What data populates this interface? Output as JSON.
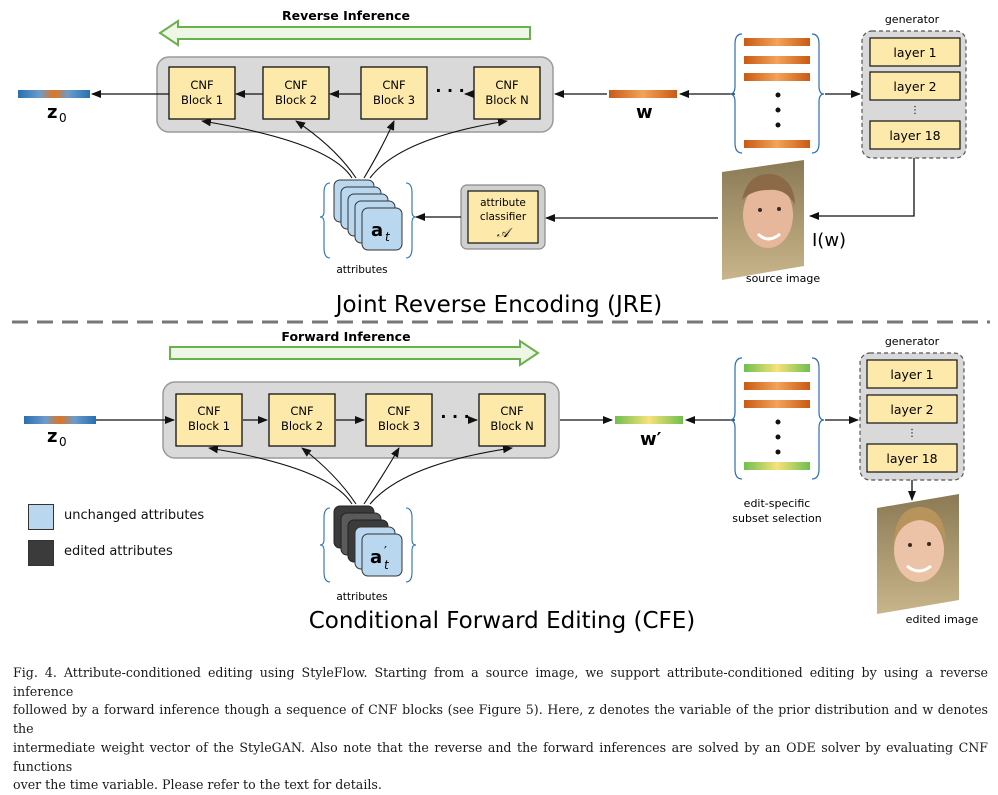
{
  "jre": {
    "arrow_label": "Reverse Inference",
    "blocks": [
      {
        "line1": "CNF",
        "line2": "Block 1"
      },
      {
        "line1": "CNF",
        "line2": "Block 2"
      },
      {
        "line1": "CNF",
        "line2": "Block 3"
      },
      {
        "line1": "CNF",
        "line2": "Block N"
      }
    ],
    "ellipsis": "· · ·",
    "z_label": "z",
    "z_sub": "0",
    "w_label": "w",
    "attr_symbol": "a",
    "attr_sub": "t",
    "attributes_label": "attributes",
    "classifier": {
      "line1": "attribute",
      "line2": "classifier",
      "line3": "𝒜"
    },
    "generator_title": "generator",
    "layers": [
      "layer 1",
      "layer 2",
      "⋮",
      "layer 18"
    ],
    "image_label": "I(w)",
    "source_label": "source image",
    "title": "Joint Reverse Encoding (JRE)"
  },
  "cfe": {
    "arrow_label": "Forward Inference",
    "blocks": [
      {
        "line1": "CNF",
        "line2": "Block 1"
      },
      {
        "line1": "CNF",
        "line2": "Block 2"
      },
      {
        "line1": "CNF",
        "line2": "Block 3"
      },
      {
        "line1": "CNF",
        "line2": "Block N"
      }
    ],
    "ellipsis": "· · ·",
    "z_label": "z",
    "z_sub": "0",
    "w_label": "w′",
    "attr_symbol": "a",
    "attr_sub": "t",
    "attr_prime": "′",
    "attributes_label": "attributes",
    "generator_title": "generator",
    "layers": [
      "layer 1",
      "layer 2",
      "⋮",
      "layer 18"
    ],
    "subset_line1": "edit-specific",
    "subset_line2": "subset selection",
    "edited_label": "edited image",
    "title": "Conditional Forward Editing (CFE)"
  },
  "legend": {
    "unchanged": "unchanged attributes",
    "edited": "edited attributes",
    "unchanged_color": "#b9d7ee",
    "edited_color": "#3b3b3b"
  },
  "colors": {
    "block_fill": "#fde9a9",
    "panel_fill": "#d9d9d9",
    "arrow_green": "#6ab04c",
    "orange": "#e0751f",
    "blue": "#2a6fb0"
  },
  "caption": [
    "Fig. 4.  Attribute-conditioned editing using StyleFlow. Starting from a source image, we support attribute-conditioned editing by using a reverse inference",
    "followed by a forward inference though a sequence of CNF blocks (see Figure 5). Here, z denotes the variable of the prior distribution and w denotes the",
    "intermediate weight vector of the StyleGAN. Also note that the reverse and the forward inferences are solved by an ODE solver by evaluating CNF functions",
    "over the time variable. Please refer to the text for details."
  ]
}
